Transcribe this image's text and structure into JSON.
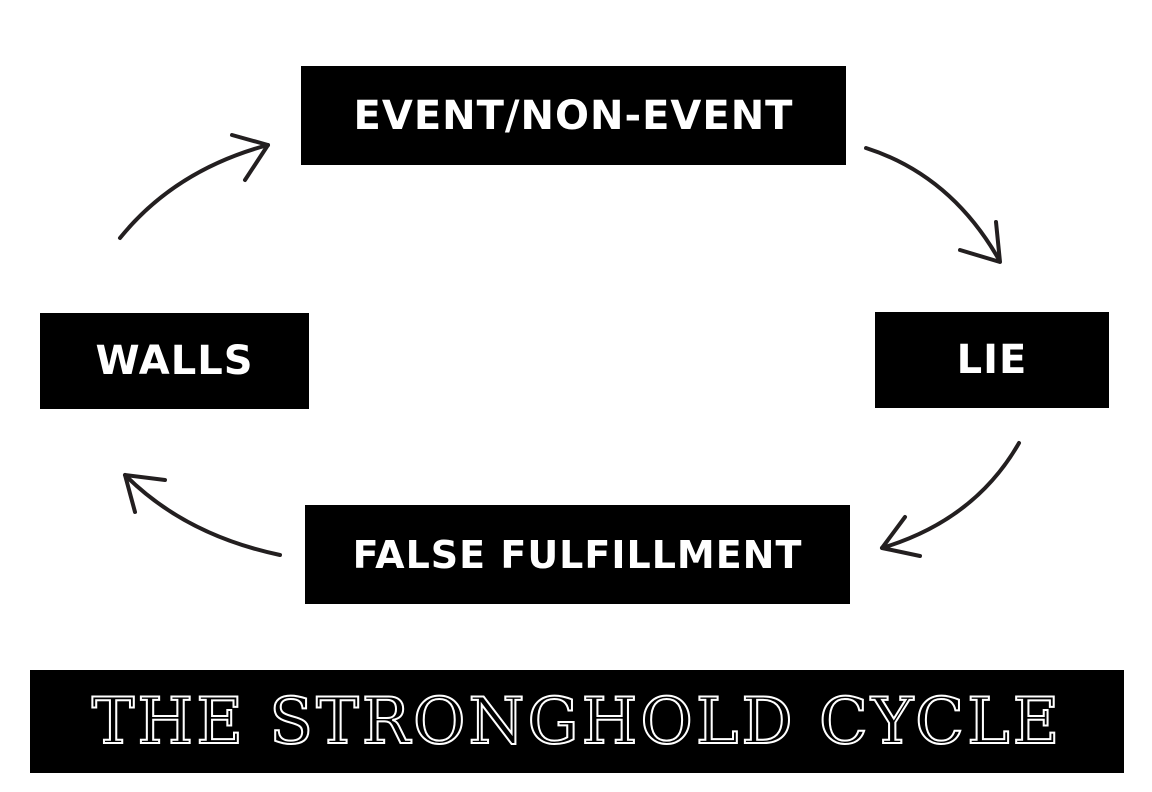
{
  "diagram": {
    "nodes": {
      "event": "EVENT/NON-EVENT",
      "lie": "LIE",
      "false_fulfillment": "FALSE FULFILLMENT",
      "walls": "WALLS"
    },
    "cycle_order": [
      "EVENT/NON-EVENT",
      "LIE",
      "FALSE FULFILLMENT",
      "WALLS"
    ],
    "title": "THE STRONGHOLD CYCLE"
  },
  "colors": {
    "box_fill": "#000000",
    "box_text": "#ffffff",
    "arrow": "#231f20",
    "background": "#ffffff"
  }
}
